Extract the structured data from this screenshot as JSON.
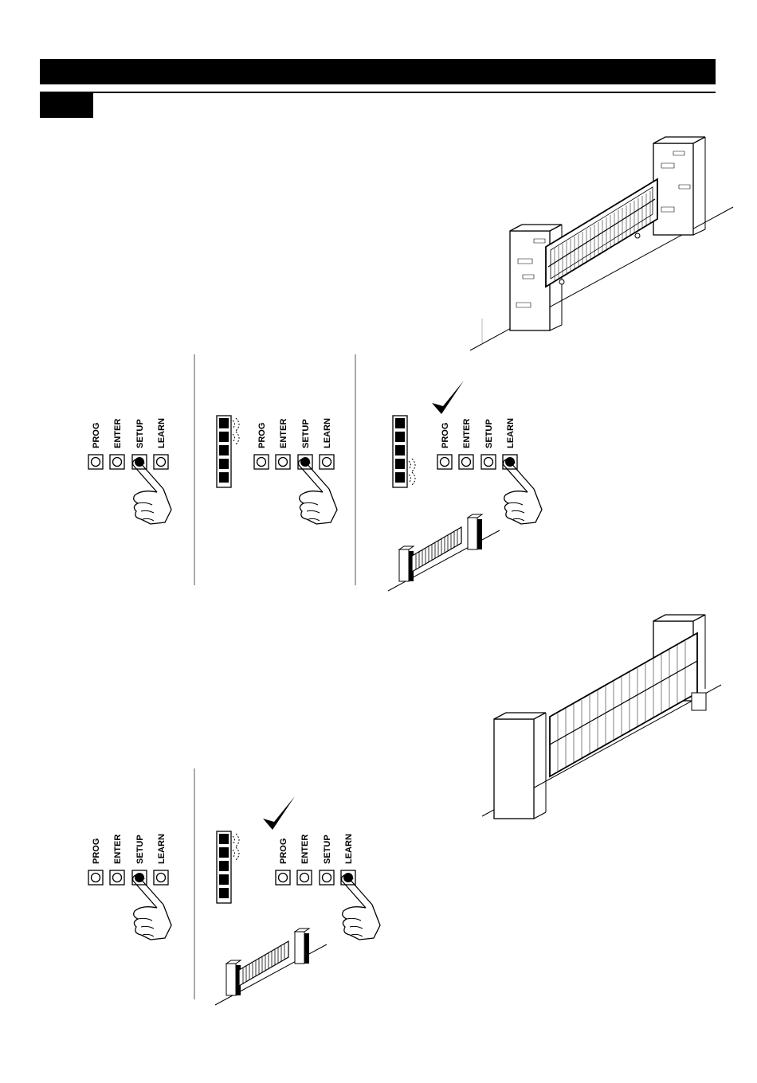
{
  "buttons": {
    "prog": "PROG",
    "enter": "ENTER",
    "setup": "SETUP",
    "learn": "LEARN"
  },
  "icons": {
    "gate_large": "sliding-gate-illustration",
    "gate_small": "sliding-gate-mini-illustration",
    "hand": "hand-pressing-icon",
    "check": "checkmark-icon",
    "led": "led-indicator-icon"
  },
  "colors": {
    "ink": "#000000",
    "paper": "#ffffff",
    "header": "#000000"
  }
}
